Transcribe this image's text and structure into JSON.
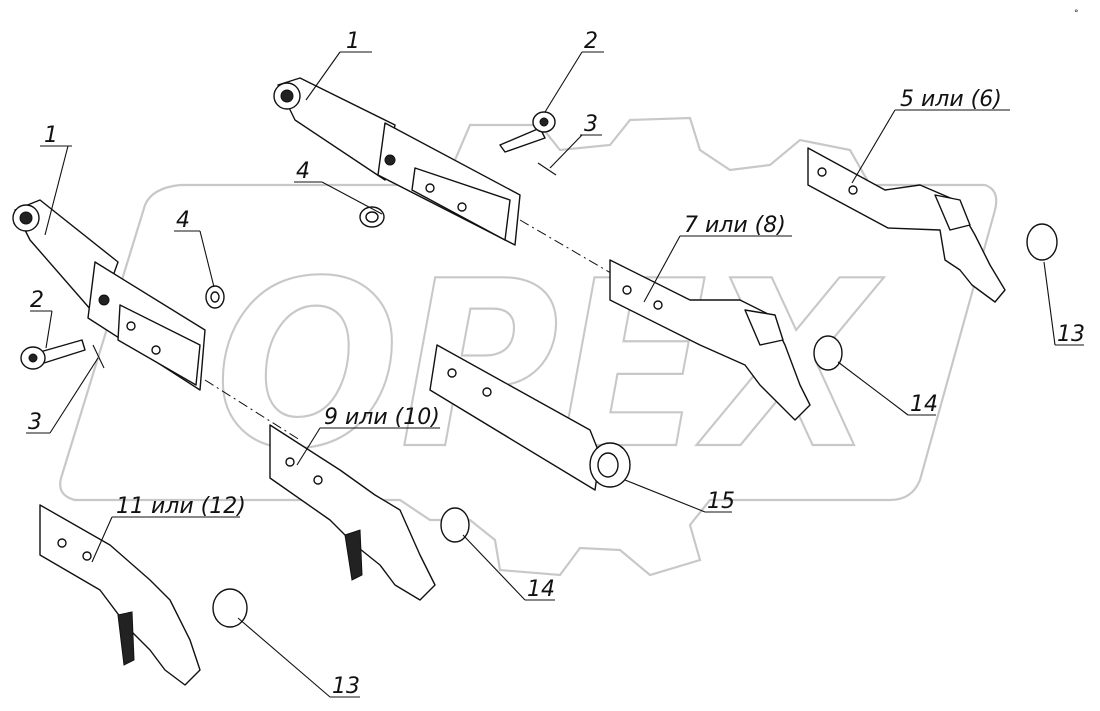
{
  "watermark": {
    "brand": "OPEX",
    "color": "#c8c8c8"
  },
  "corner_mark": "° ",
  "callouts": [
    {
      "id": "c1a",
      "text": "1"
    },
    {
      "id": "c1b",
      "text": "1"
    },
    {
      "id": "c2a",
      "text": "2"
    },
    {
      "id": "c2b",
      "text": "2"
    },
    {
      "id": "c3a",
      "text": "3"
    },
    {
      "id": "c3b",
      "text": "3"
    },
    {
      "id": "c4a",
      "text": "4"
    },
    {
      "id": "c4b",
      "text": "4"
    },
    {
      "id": "c5",
      "text": "5 или (6)"
    },
    {
      "id": "c7",
      "text": "7 или (8)"
    },
    {
      "id": "c9",
      "text": "9 или (10)"
    },
    {
      "id": "c11",
      "text": "11 или (12)"
    },
    {
      "id": "c13a",
      "text": "13"
    },
    {
      "id": "c13b",
      "text": "13"
    },
    {
      "id": "c14a",
      "text": "14"
    },
    {
      "id": "c14b",
      "text": "14"
    },
    {
      "id": "c15",
      "text": "15"
    }
  ]
}
